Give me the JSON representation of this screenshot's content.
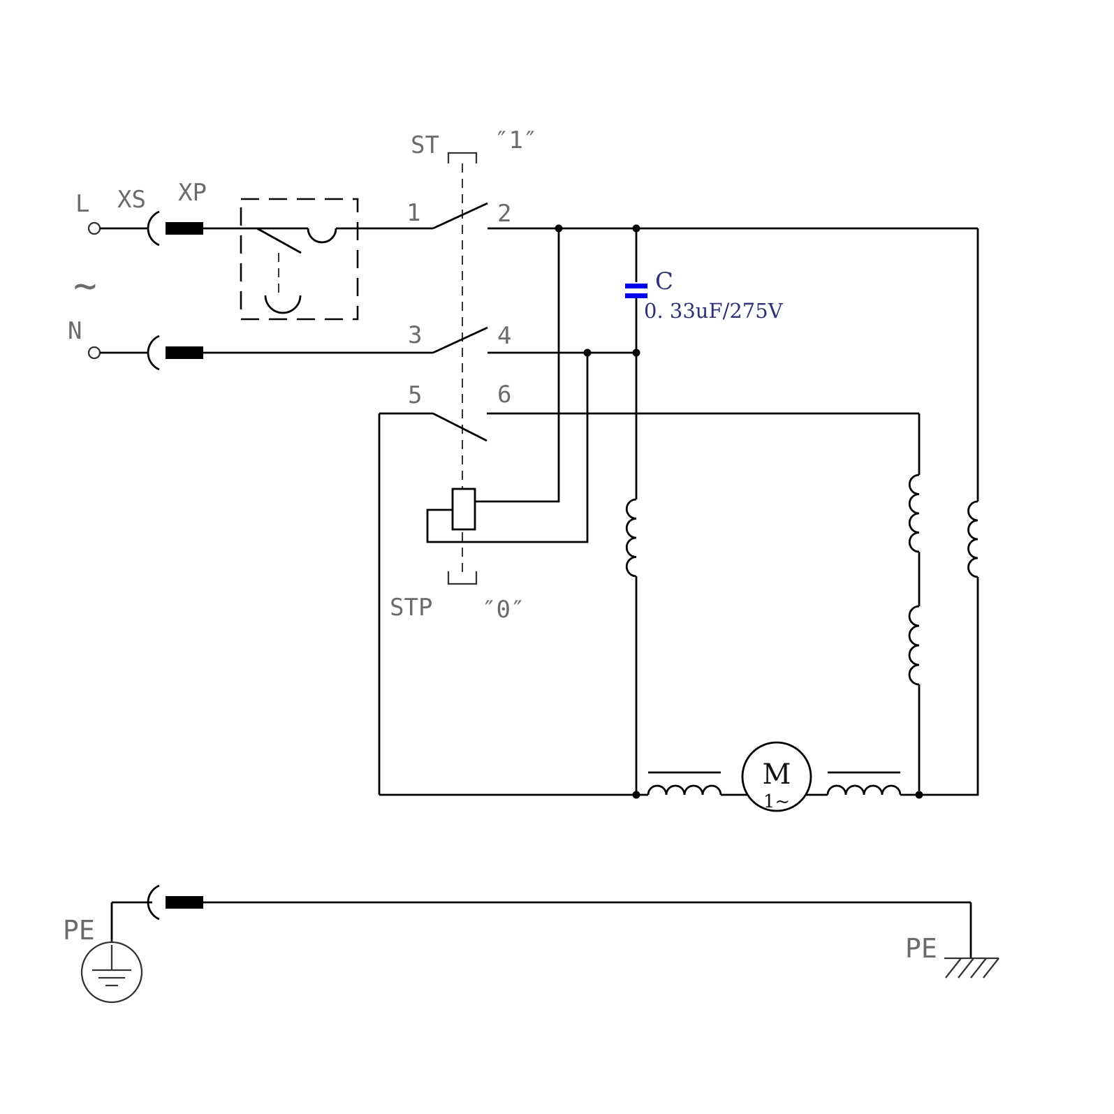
{
  "colors": {
    "wire": "#000000",
    "capacitor_plate": "#0000ee",
    "label": "#6b6b6b",
    "annotation": "#30307a"
  },
  "labels": {
    "line": "L",
    "neutral": "N",
    "ac": "~",
    "socket": "XS",
    "plug": "XP",
    "start_switch": "ST",
    "start_position": "″1″",
    "stop_switch": "STP",
    "stop_position": "″0″",
    "contact_1": "1",
    "contact_2": "2",
    "contact_3": "3",
    "contact_4": "4",
    "contact_5": "5",
    "contact_6": "6",
    "capacitor": "C",
    "capacitor_value": "0. 33uF/275V",
    "motor": "M",
    "motor_type": "1~",
    "pe_left": "PE",
    "pe_right": "PE"
  }
}
